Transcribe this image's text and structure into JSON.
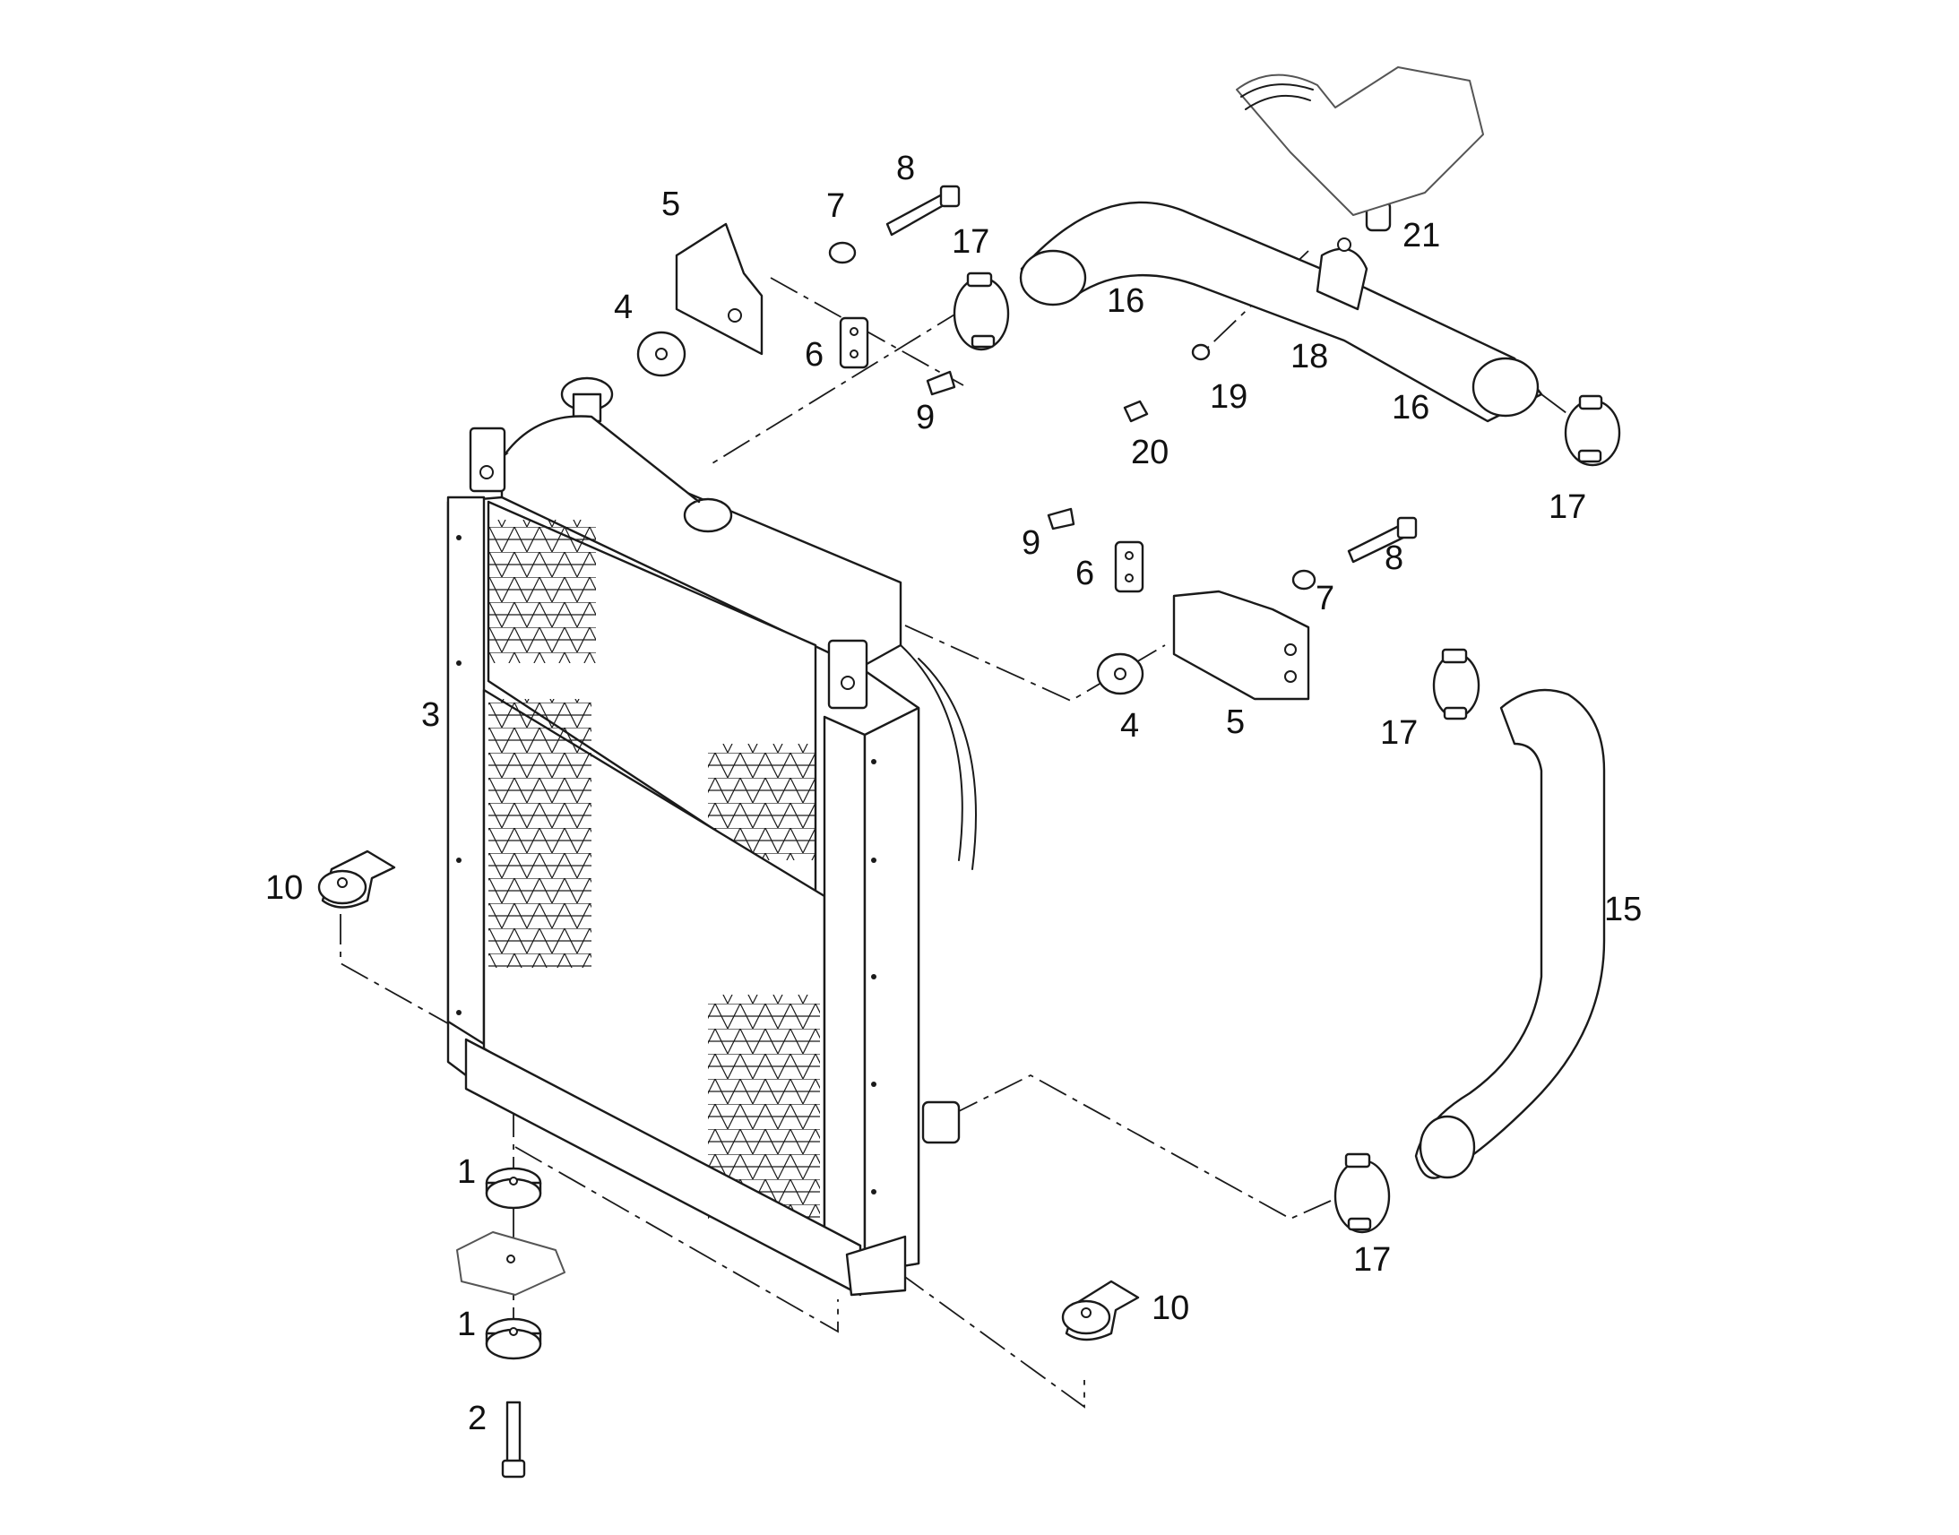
{
  "callouts": [
    {
      "id": "1a",
      "text": "1"
    },
    {
      "id": "1b",
      "text": "1"
    },
    {
      "id": "2",
      "text": "2"
    },
    {
      "id": "3",
      "text": "3"
    },
    {
      "id": "4a",
      "text": "4"
    },
    {
      "id": "4b",
      "text": "4"
    },
    {
      "id": "5a",
      "text": "5"
    },
    {
      "id": "5b",
      "text": "5"
    },
    {
      "id": "6a",
      "text": "6"
    },
    {
      "id": "6b",
      "text": "6"
    },
    {
      "id": "7a",
      "text": "7"
    },
    {
      "id": "7b",
      "text": "7"
    },
    {
      "id": "8a",
      "text": "8"
    },
    {
      "id": "8b",
      "text": "8"
    },
    {
      "id": "9a",
      "text": "9"
    },
    {
      "id": "9b",
      "text": "9"
    },
    {
      "id": "10a",
      "text": "10"
    },
    {
      "id": "10b",
      "text": "10"
    },
    {
      "id": "15",
      "text": "15"
    },
    {
      "id": "16a",
      "text": "16"
    },
    {
      "id": "16b",
      "text": "16"
    },
    {
      "id": "17a",
      "text": "17"
    },
    {
      "id": "17b",
      "text": "17"
    },
    {
      "id": "17c",
      "text": "17"
    },
    {
      "id": "17d",
      "text": "17"
    },
    {
      "id": "18",
      "text": "18"
    },
    {
      "id": "19",
      "text": "19"
    },
    {
      "id": "20",
      "text": "20"
    },
    {
      "id": "21",
      "text": "21"
    }
  ]
}
